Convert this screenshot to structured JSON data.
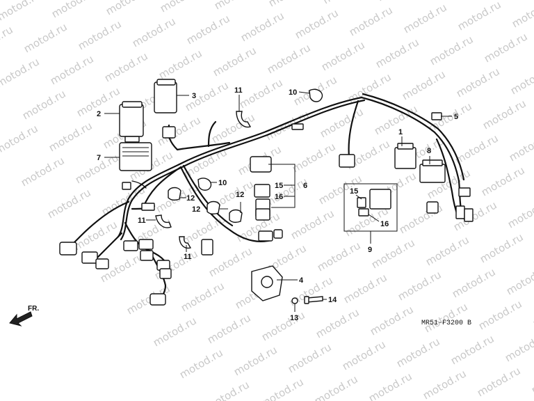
{
  "watermark": {
    "text": "motod.ru"
  },
  "callouts": {
    "c1": "1",
    "c2": "2",
    "c3": "3",
    "c4": "4",
    "c5": "5",
    "c6": "6",
    "c7": "7",
    "c8": "8",
    "c9": "9",
    "c10a": "10",
    "c10b": "10",
    "c11a": "11",
    "c11b": "11",
    "c11c": "11",
    "c12a": "12",
    "c12b": "12",
    "c12c": "12",
    "c13": "13",
    "c14": "14",
    "c15a": "15",
    "c15b": "15",
    "c16a": "16",
    "c16b": "16"
  },
  "direction_label": "FR.",
  "diagram_code": "MR51-F3200 B",
  "colors": {
    "line": "#111111",
    "watermark": "#c9c9c9",
    "background": "#ffffff"
  }
}
